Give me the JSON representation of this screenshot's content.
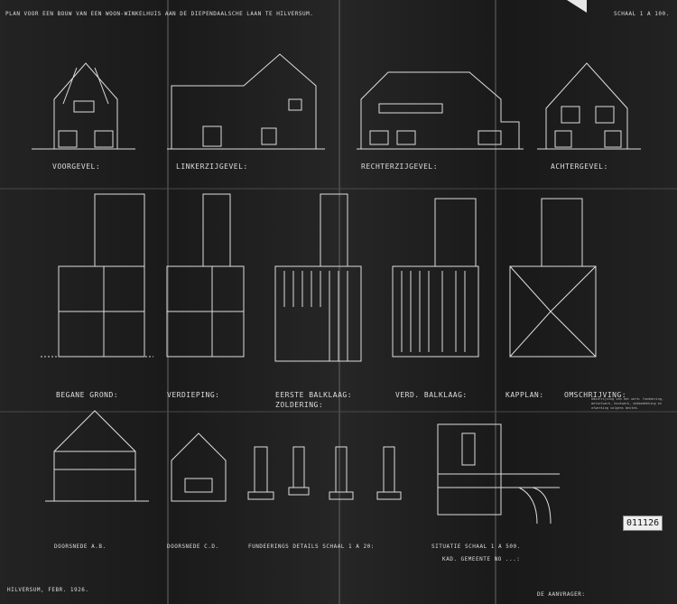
{
  "title": "Plan voor een bouw van een woon-winkelhuis aan de Diependaalsche laan te Hilversum.",
  "scale": "Schaal 1 a 100.",
  "elevations": [
    "Voorgevel:",
    "Linkerzijgevel:",
    "Rechterzijgevel:",
    "Achtergevel:"
  ],
  "plans": [
    "Begane grond:",
    "Verdieping:",
    "Eerste balklaag:",
    "Verd. balklaag:",
    "Kapplan:",
    "Omschrijving:"
  ],
  "plan_sub": "Zoldering:",
  "sections": [
    "Doorsnede A.B.",
    "Doorsnede C.D.",
    "Fundeerings details schaal 1 a 20:",
    "Situatie schaal 1 a 500."
  ],
  "cadastre": "Kad. gemeente No ...:",
  "place_date": "Hilversum, Febr. 1926.",
  "applicant": "De aanvrager:",
  "stamp": "011126",
  "description_text": "Omschrijving van het werk: fundeering, metselwerk, houtwerk, dakbedekking en afwerking volgens bestek."
}
